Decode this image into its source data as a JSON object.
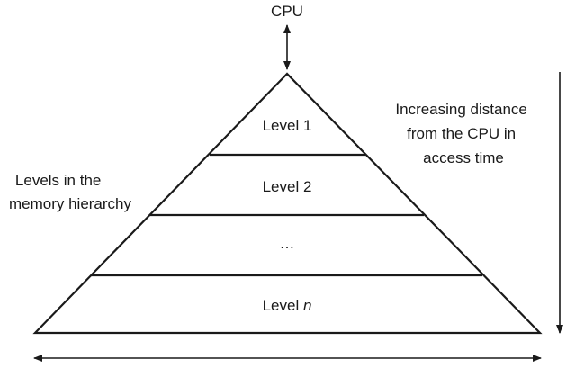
{
  "cpu_label": "CPU",
  "levels": [
    {
      "label": "Level 1",
      "suffix": ""
    },
    {
      "label": "Level 2",
      "suffix": ""
    },
    {
      "label": "…",
      "suffix": ""
    },
    {
      "label": "Level ",
      "suffix": "n"
    }
  ],
  "left_caption": {
    "line1": "Levels in the",
    "line2": "memory hierarchy"
  },
  "right_caption": {
    "line1": "Increasing distance",
    "line2": "from the CPU in",
    "line3": "access time"
  },
  "colors": {
    "stroke": "#1a1a1a",
    "background": "#ffffff"
  }
}
